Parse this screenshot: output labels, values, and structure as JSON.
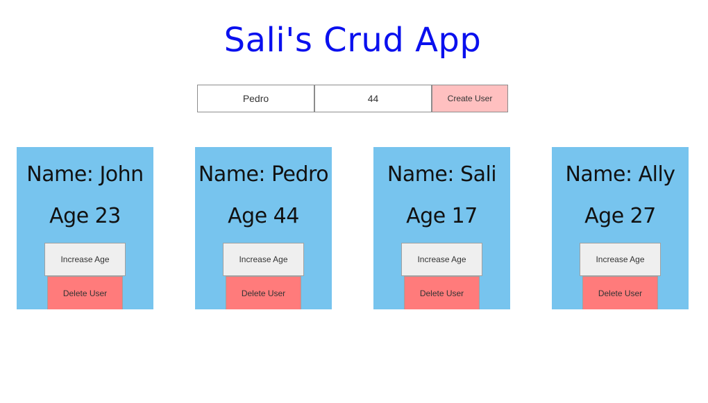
{
  "title": "Sali's Crud App",
  "form": {
    "name_value": "Pedro",
    "age_value": "44",
    "create_label": "Create User"
  },
  "users": [
    {
      "name": "Name: John",
      "age": "Age 23",
      "increase_label": "Increase Age",
      "delete_label": "Delete User"
    },
    {
      "name": "Name: Pedro",
      "age": "Age 44",
      "increase_label": "Increase Age",
      "delete_label": "Delete User"
    },
    {
      "name": "Name: Sali",
      "age": "Age 17",
      "increase_label": "Increase Age",
      "delete_label": "Delete User"
    },
    {
      "name": "Name: Ally",
      "age": "Age 27",
      "increase_label": "Increase Age",
      "delete_label": "Delete User"
    }
  ],
  "colors": {
    "title": "#0a10ee",
    "card_bg": "#77c4ee",
    "create_bg": "#ffc0c0",
    "increase_bg": "#efefef",
    "delete_bg": "#ff7b7b"
  }
}
